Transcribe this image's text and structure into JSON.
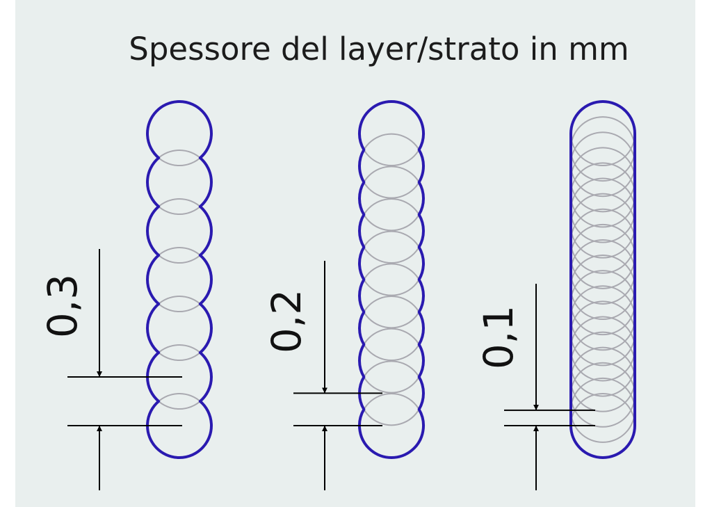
{
  "title": "Spessore del layer/strato in mm",
  "colors": {
    "background": "#e9efee",
    "outline": "#2a1ab0",
    "inner_circles": "#a9a9b0",
    "dimension_lines": "#000000"
  },
  "diagrams": [
    {
      "label": "0,3",
      "layer_height_mm": 0.3,
      "layer_count": 7
    },
    {
      "label": "0,2",
      "layer_height_mm": 0.2,
      "layer_count": 10
    },
    {
      "label": "0,1",
      "layer_height_mm": 0.1,
      "layer_count": 20
    }
  ]
}
